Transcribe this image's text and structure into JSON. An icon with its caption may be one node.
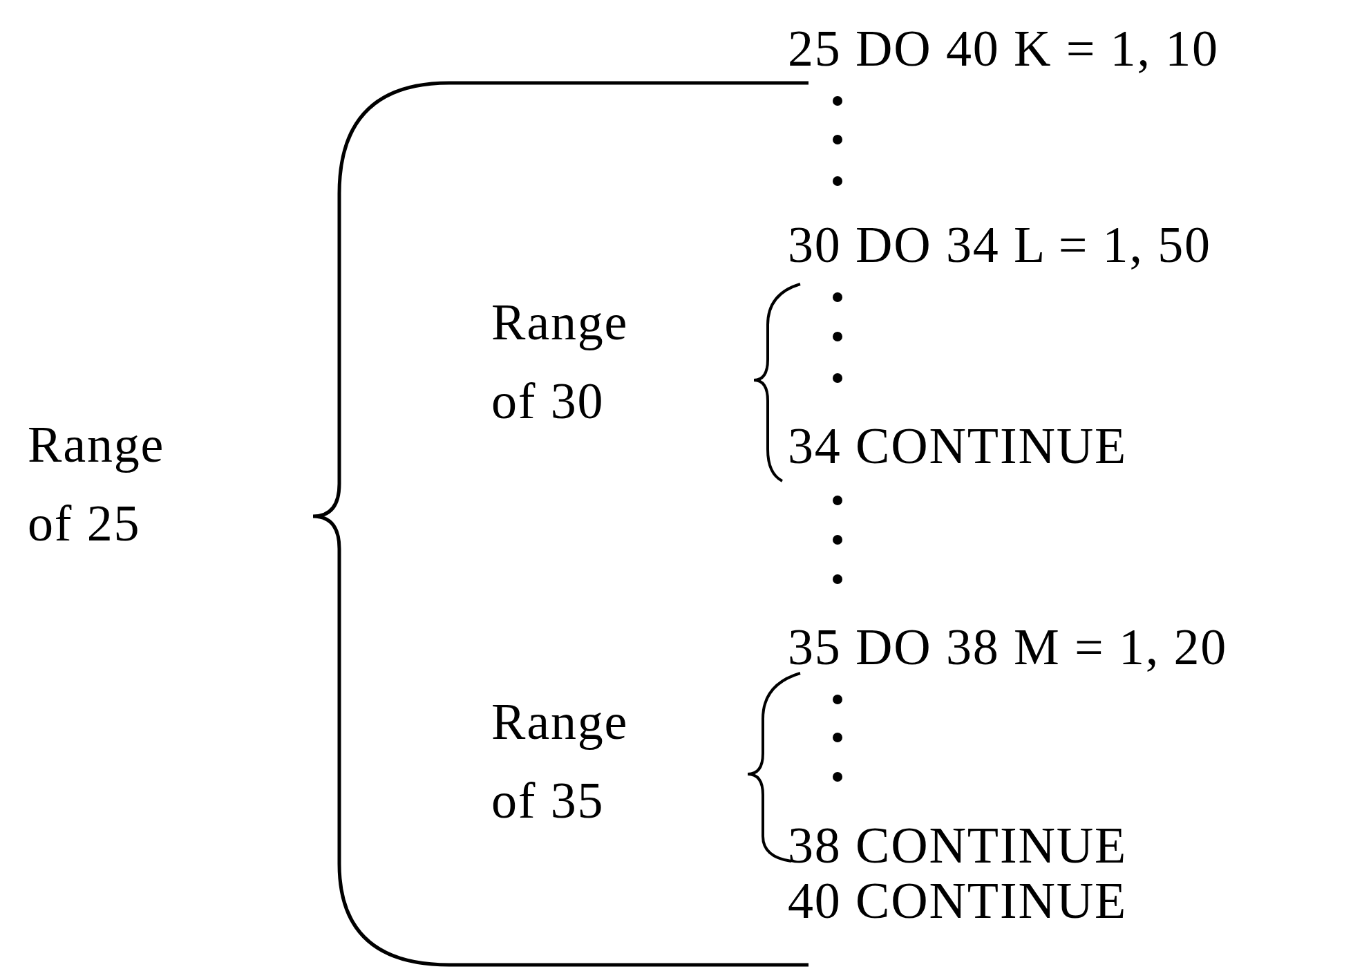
{
  "diagram": {
    "labels": [
      "25 DO 40 K = 1, 10",
      "30 DO 34 L = 1, 50",
      "Range of 30",
      "Range of 25",
      "34 CONTINUE",
      "35 DO 38 M = 1, 20",
      "Range of 35",
      "38 CONTINUE",
      "40 CONTINUE"
    ]
  }
}
